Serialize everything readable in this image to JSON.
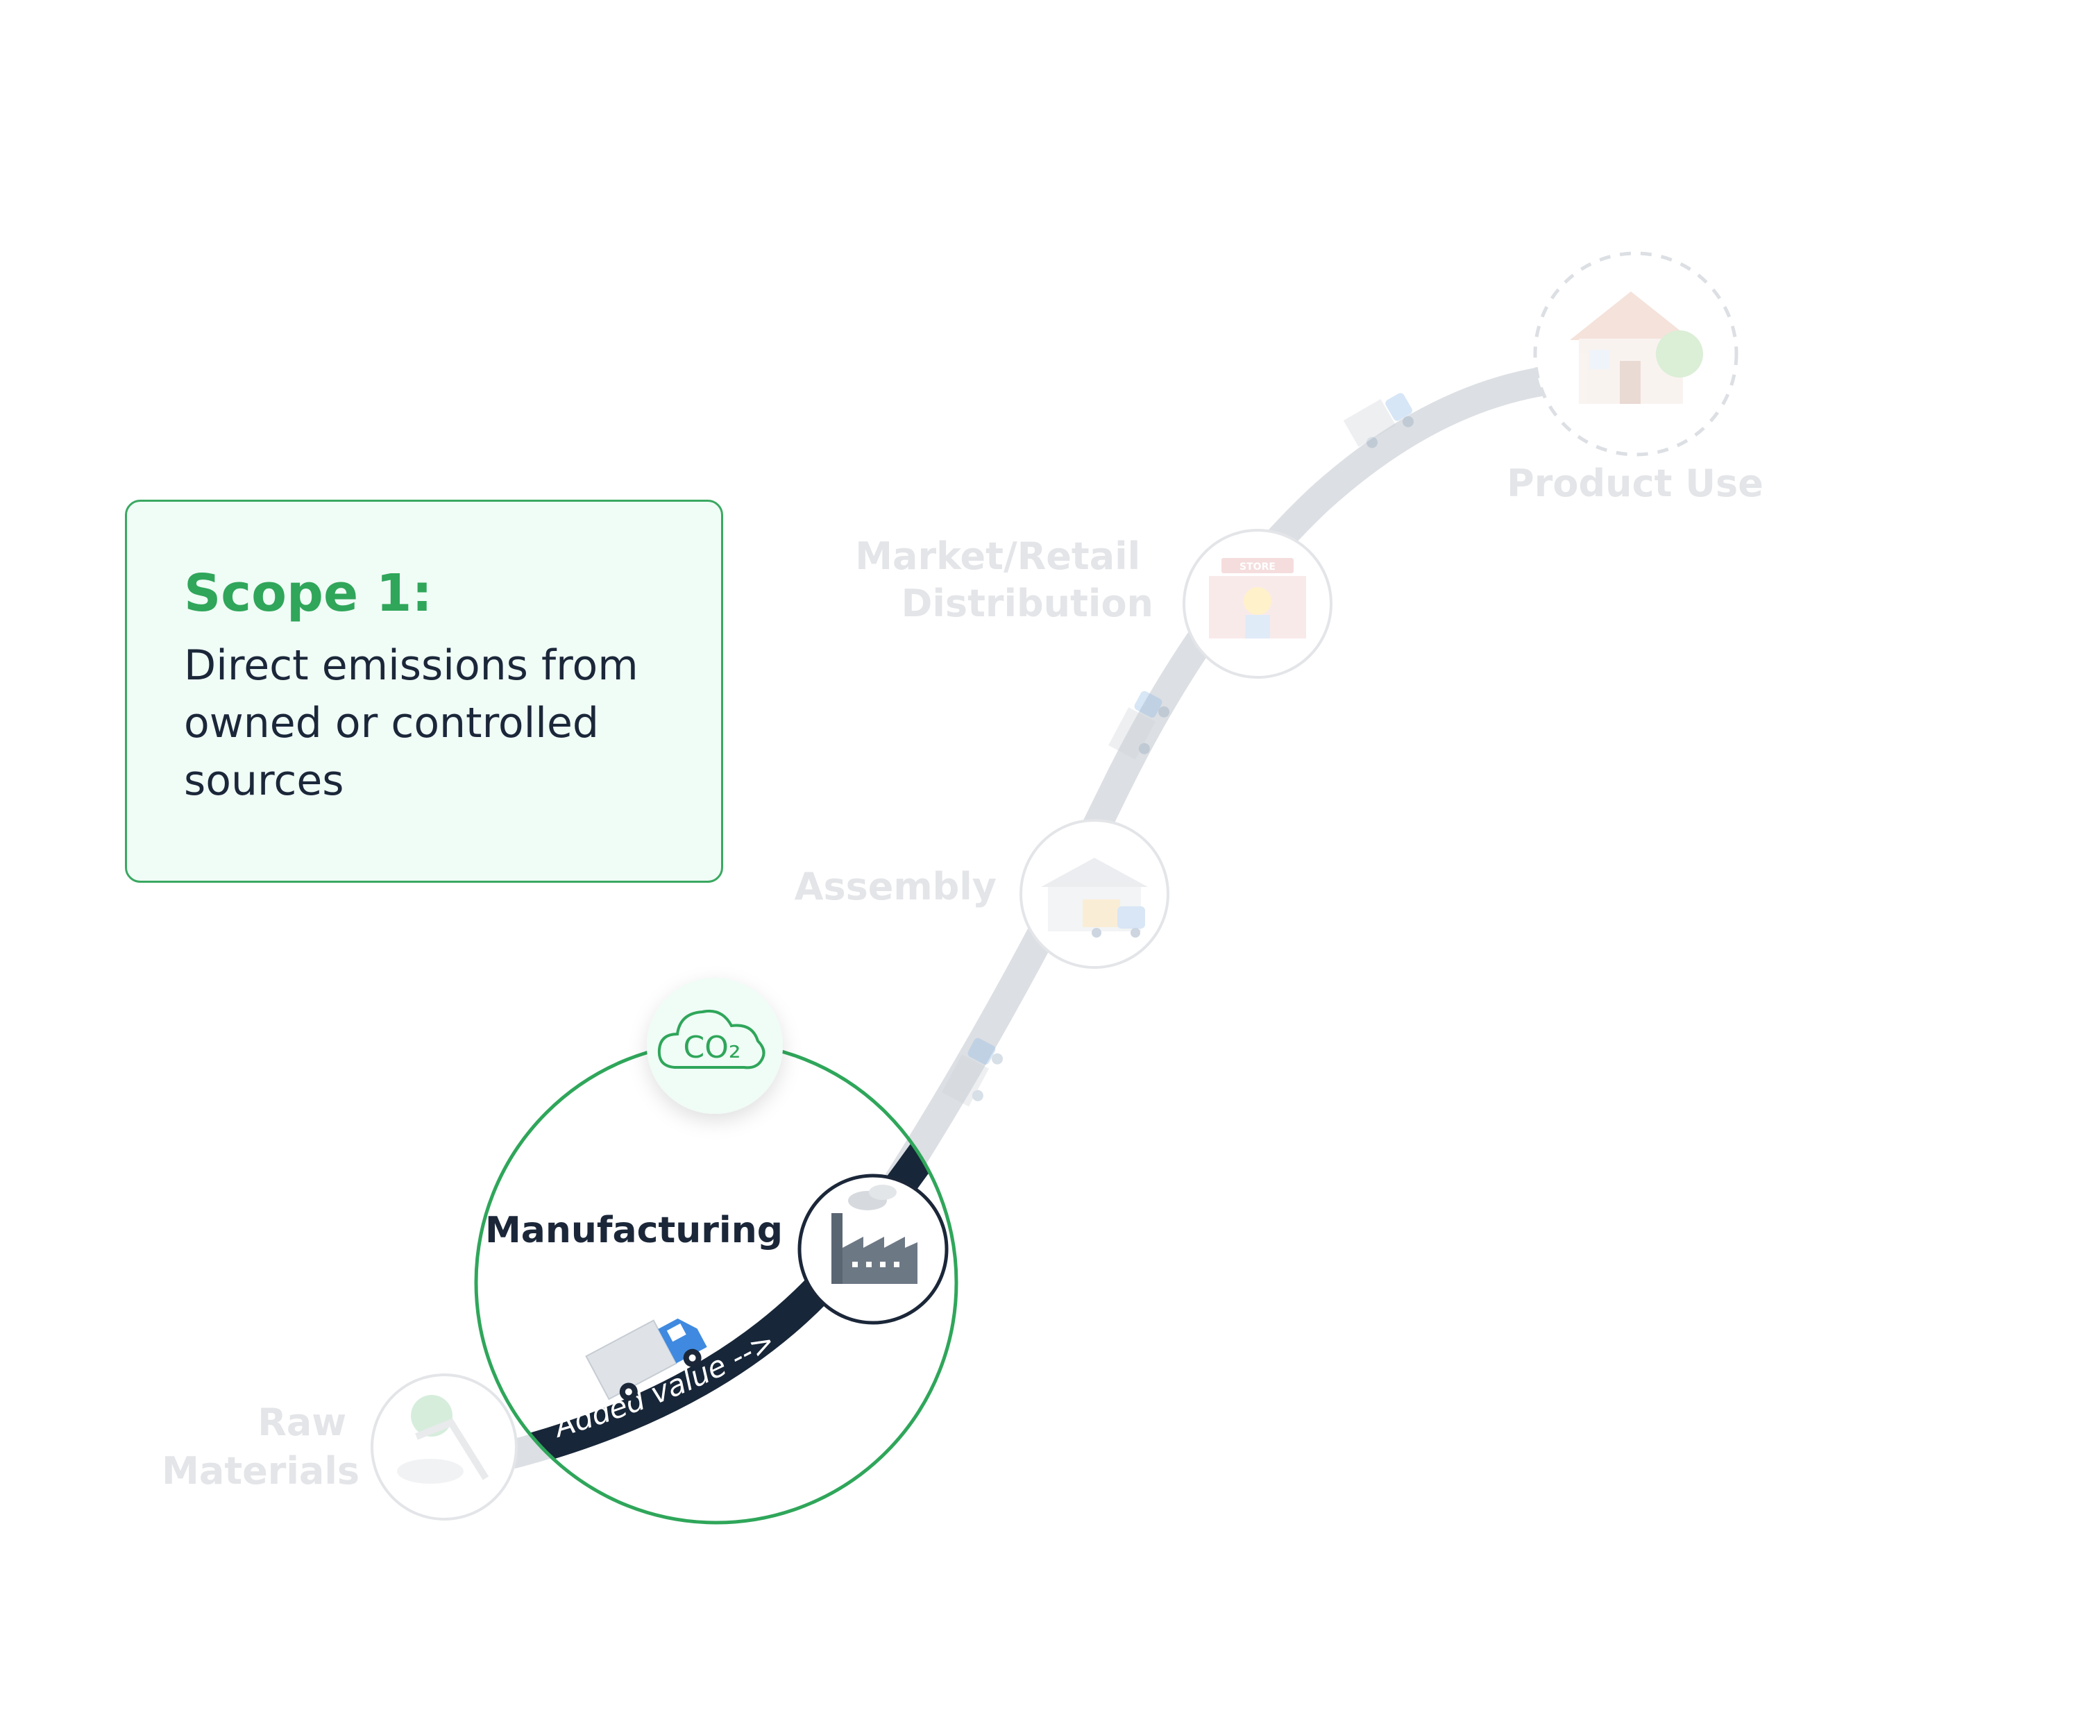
{
  "scope": {
    "title": "Scope 1:",
    "description": "Direct emissions from owned or controlled sources"
  },
  "stages": {
    "raw_materials": [
      "Raw",
      "Materials"
    ],
    "manufacturing": "Manufacturing",
    "assembly": "Assembly",
    "distribution": [
      "Market/Retail",
      "Distribution"
    ],
    "product_use": "Product Use"
  },
  "path_label": "Added value -->",
  "co2_badge": "CO₂",
  "store_sign": "STORE",
  "colors": {
    "accent_green": "#2fa65a",
    "dark_navy": "#1b2739",
    "faded_road": "#dcdfe3",
    "card_bg": "#f0fcf6"
  }
}
